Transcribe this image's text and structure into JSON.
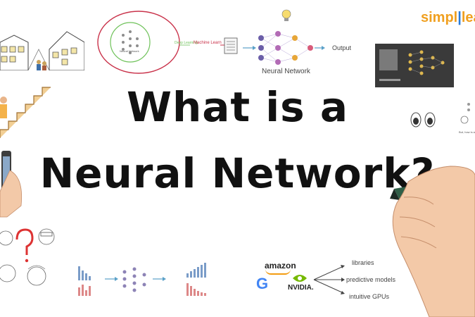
{
  "brand": {
    "logo_text_a": "simpl",
    "logo_pipe": "|",
    "logo_text_b": "lea"
  },
  "title": {
    "line1": "What is a",
    "line2": "Neural Network?"
  },
  "top_diagram": {
    "circle_label": "Neural Network",
    "deep_learning": "Deep Learning",
    "machine_learning": "Machine Learn",
    "nn_label": "Neural Network",
    "output_label": "Output"
  },
  "bottom_right": {
    "amazon": "amazon",
    "google": "G",
    "nvidia": "NVIDIA.",
    "items": [
      "libraries",
      "predictive models",
      "intuitive GPUs"
    ]
  },
  "right_snippet": {
    "caption": "But, how is a ... when lang..."
  },
  "colors": {
    "brand_orange": "#f0a020",
    "brand_blue": "#2a7bd8",
    "marker_green": "#2f5f47",
    "skin": "#f3c9a8"
  }
}
